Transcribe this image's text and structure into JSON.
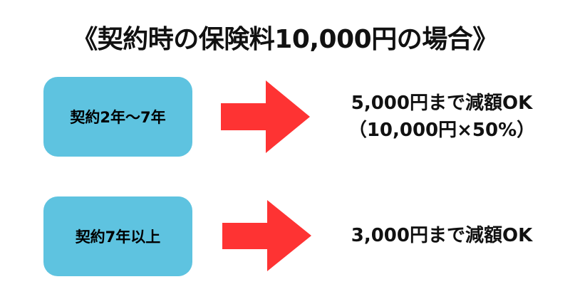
{
  "title": "《契約時の保険料10,000円の場合》",
  "colors": {
    "box_fill": "#5ec3e0",
    "arrow_fill": "#fe3333",
    "text": "#111111",
    "background": "#ffffff"
  },
  "rows": [
    {
      "condition": "契約2年～7年",
      "icon": "arrow-right-icon",
      "result_line1": "5,000円まで減額OK",
      "result_line2": "（10,000円×50%）"
    },
    {
      "condition": "契約7年以上",
      "icon": "arrow-right-icon",
      "result_line1": "3,000円まで減額OK"
    }
  ]
}
